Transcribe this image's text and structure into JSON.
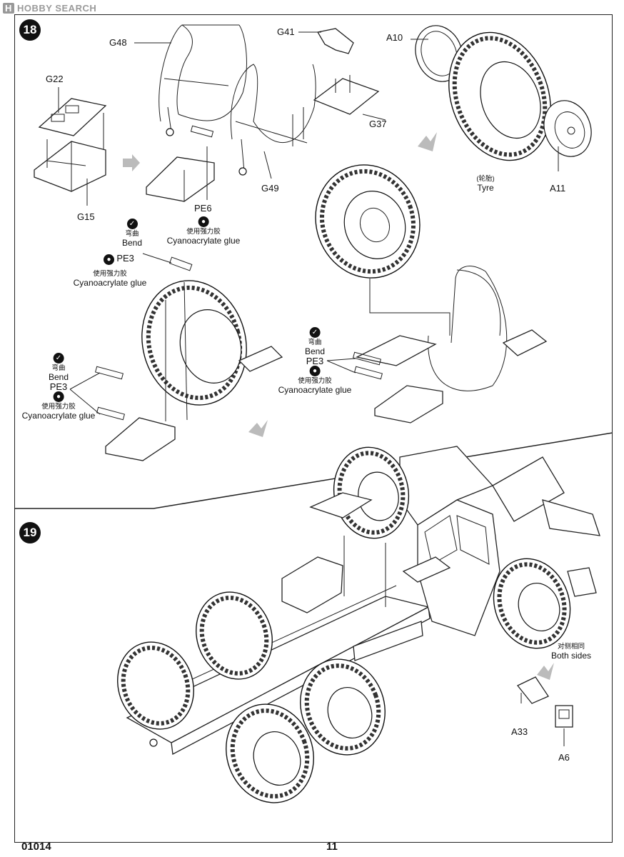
{
  "watermark": {
    "logo": "H",
    "text": "HOBBY SEARCH"
  },
  "steps": {
    "s18": "18",
    "s19": "19"
  },
  "parts": {
    "g48": "G48",
    "g41": "G41",
    "a10": "A10",
    "g22": "G22",
    "g37": "G37",
    "g15": "G15",
    "pe6": "PE6",
    "g49": "G49",
    "a11": "A11",
    "a33": "A33",
    "a6": "A6"
  },
  "tyre": {
    "cn": "(轮胎)",
    "en": "Tyre"
  },
  "callouts": {
    "pe6_glue": {
      "cn": "使用强力胶",
      "en": "Cyanoacrylate glue"
    },
    "c1": {
      "bend_cn": "弯曲",
      "bend_en": "Bend",
      "part": "PE3",
      "glue_cn": "使用强力胶",
      "glue_en": "Cyanoacrylate glue"
    },
    "c2": {
      "bend_cn": "弯曲",
      "bend_en": "Bend",
      "part": "PE3",
      "glue_cn": "使用强力胶",
      "glue_en": "Cyanoacrylate glue"
    },
    "c3": {
      "bend_cn": "弯曲",
      "bend_en": "Bend",
      "part": "PE3",
      "glue_cn": "使用强力胶",
      "glue_en": "Cyanoacrylate glue"
    }
  },
  "both_sides": {
    "cn": "对侧相同",
    "en": "Both sides"
  },
  "footer": {
    "code": "01014",
    "page": "11"
  },
  "icons": {
    "bend": "bend-icon",
    "glue": "glue-icon"
  }
}
